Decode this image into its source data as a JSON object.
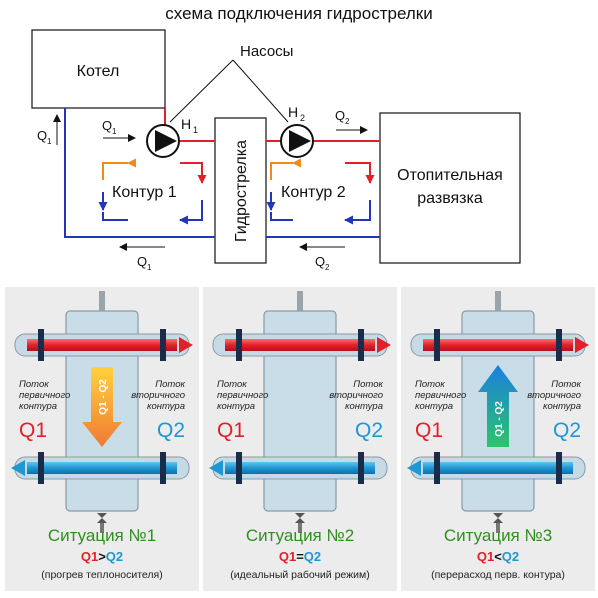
{
  "title": "схема подключения гидрострелки",
  "top": {
    "boiler": "Котел",
    "pumps_label": "Насосы",
    "heating": [
      "Отопительная",
      "развязка"
    ],
    "separator": "Гидрострелка",
    "contour1": "Контур 1",
    "contour2": "Контур 2",
    "h1": "H",
    "h1_sub": "1",
    "h2": "H",
    "h2_sub": "2",
    "q": "Q",
    "sub1": "1",
    "sub2": "2"
  },
  "panels": [
    {
      "primary": [
        "Поток",
        "первичного",
        "контура"
      ],
      "secondary": [
        "Поток",
        "вторичного",
        "контура"
      ],
      "q1": "Q1",
      "q2": "Q2",
      "arrow_text": "Q1 - Q2",
      "situation": "Ситуация №1",
      "cmp_left": "Q1",
      "cmp_op": ">",
      "cmp_right": "Q2",
      "note": "(прогрев теплоносителя)"
    },
    {
      "primary": [
        "Поток",
        "первичного",
        "контура"
      ],
      "secondary": [
        "Поток",
        "вторичного",
        "контура"
      ],
      "q1": "Q1",
      "q2": "Q2",
      "arrow_text": "",
      "situation": "Ситуация №2",
      "cmp_left": "Q1",
      "cmp_op": "=",
      "cmp_right": "Q2",
      "note": "(идеальный рабочий режим)"
    },
    {
      "primary": [
        "Поток",
        "первичного",
        "контура"
      ],
      "secondary": [
        "Поток",
        "вторичного",
        "контура"
      ],
      "q1": "Q1",
      "q2": "Q2",
      "arrow_text": "Q1 - Q2",
      "situation": "Ситуация №3",
      "cmp_left": "Q1",
      "cmp_op": "<",
      "cmp_right": "Q2",
      "note": "(перерасход перв. контура)"
    }
  ],
  "colors": {
    "hot": "#e3202a",
    "cold": "#2436b8",
    "q1": "#e3202a",
    "q2": "#1e97d3",
    "green": "#2f8f1f",
    "orange": "#f08a1c"
  }
}
